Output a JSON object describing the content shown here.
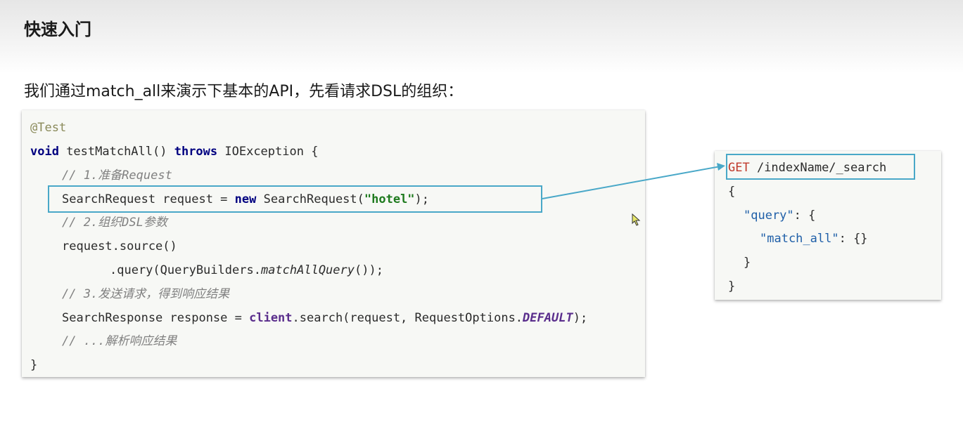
{
  "page": {
    "title": "快速入门",
    "intro": "我们通过match_all来演示下基本的API，先看请求DSL的组织："
  },
  "java_code": {
    "annotation": "@Test",
    "void_kw": "void",
    "method_sig": " testMatchAll() ",
    "throws_kw": "throws",
    "exception": " IOException {",
    "comment1": "// 1.准备Request",
    "line4_a": "SearchRequest request = ",
    "new_kw": "new",
    "line4_b": " SearchRequest(",
    "hotel_str": "\"hotel\"",
    "line4_c": ");",
    "comment2": "// 2.组织DSL参数",
    "line6": "request.source()",
    "line7_a": ".query(QueryBuilders.",
    "line7_b": "matchAllQuery",
    "line7_c": "());",
    "comment3": "// 3.发送请求，得到响应结果",
    "line9_a": "SearchResponse response = ",
    "client_kw": "client",
    "line9_b": ".search(request, RequestOptions.",
    "default_const": "DEFAULT",
    "line9_c": ");",
    "comment4": "// ...解析响应结果",
    "closing": "}"
  },
  "dsl": {
    "method": "GET",
    "path": " /indexName/_search",
    "open": "{",
    "query_key": "\"query\"",
    "query_rest": ": {",
    "match_all_key": "\"match_all\"",
    "match_all_rest": ": {}",
    "inner_close": "}",
    "close": "}"
  },
  "colors": {
    "highlight": "#49a8c8",
    "string": "#1e7a1e",
    "keyword": "#000080",
    "method": "#c0392b"
  }
}
